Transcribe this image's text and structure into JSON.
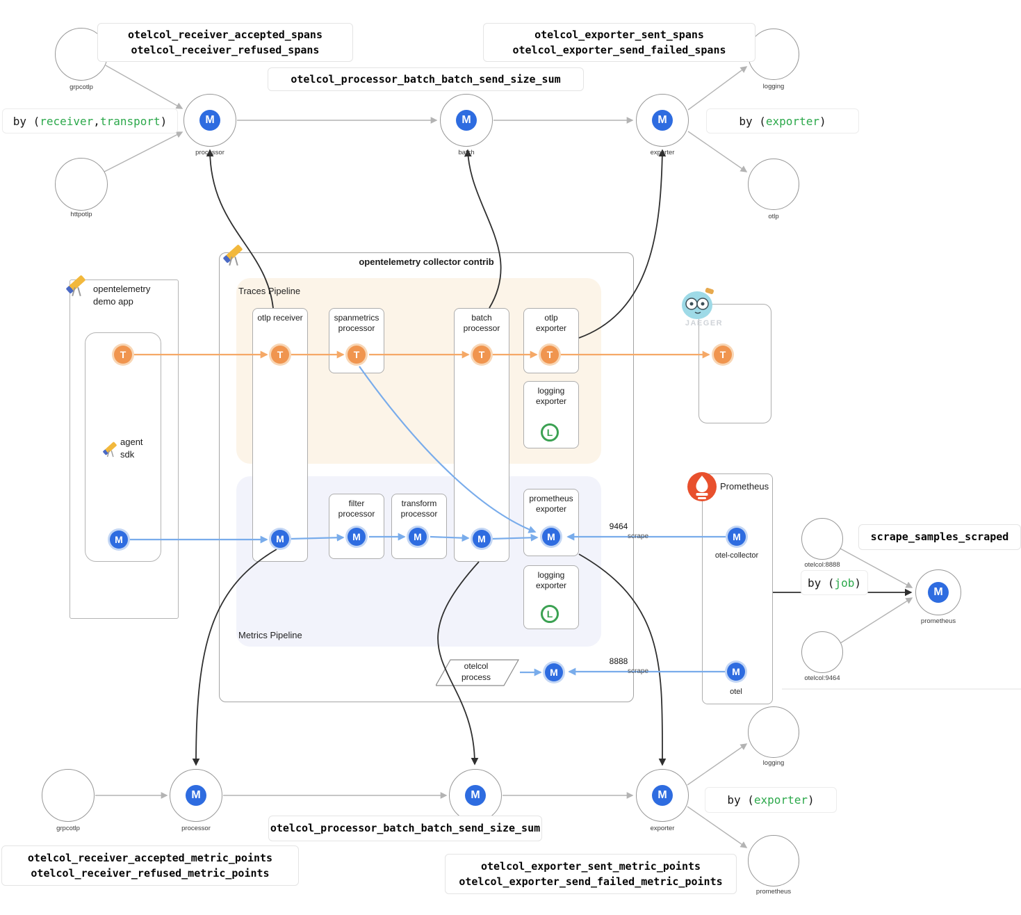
{
  "badges": {
    "metric": "M",
    "trace": "T",
    "log": "L"
  },
  "colors": {
    "metric_blue": "#2e6ce0",
    "trace_orange": "#f0954f",
    "log_green": "#3ba152",
    "edge_blue": "#79aceb",
    "edge_orange": "#f5a866",
    "edge_gray": "#b3b3b3",
    "edge_black": "#2f2f2f",
    "green_text": "#2ba84a",
    "traces_bg": "#fcf4e8",
    "metrics_bg": "#f2f3fb",
    "prometheus_orange": "#e8502d"
  },
  "top": {
    "metrics_receiver": [
      "otelcol_receiver_accepted_spans",
      "otelcol_receiver_refused_spans"
    ],
    "metric_processor": "otelcol_processor_batch_batch_send_size_sum",
    "metrics_exporter": [
      "otelcol_exporter_sent_spans",
      "otelcol_exporter_send_failed_spans"
    ],
    "by_receiver": {
      "p1": "by (",
      "a1": "receiver",
      "comma": ",",
      "a2": "transport",
      "p2": ")"
    },
    "by_exporter": {
      "p1": "by (",
      "a1": "exporter",
      "p2": ")"
    },
    "nodes": {
      "grpcotlp": "grpcotlp",
      "httpotlp": "httpotlp",
      "processor": "processor",
      "batch": "batch",
      "exporter": "exporter",
      "logging": "logging",
      "otlp": "otlp"
    }
  },
  "demo": {
    "title": [
      "opentelemetry",
      "demo app"
    ],
    "agent": [
      "agent",
      "sdk"
    ]
  },
  "collector": {
    "title": "opentelemetry collector contrib",
    "traces_label": "Traces Pipeline",
    "metrics_label": "Metrics Pipeline",
    "boxes": {
      "otlp_receiver": [
        "otlp receiver"
      ],
      "spanmetrics": [
        "spanmetrics",
        "processor"
      ],
      "batch": [
        "batch",
        "processor"
      ],
      "otlp_exporter": [
        "otlp",
        "exporter"
      ],
      "logging_exporter": [
        "logging",
        "exporter"
      ],
      "filter": [
        "filter",
        "processor"
      ],
      "transform": [
        "transform",
        "processor"
      ],
      "prometheus_exporter": [
        "prometheus",
        "exporter"
      ]
    }
  },
  "process_shape": {
    "label": [
      "otelcol",
      "process"
    ]
  },
  "jaeger": {
    "wordmark": "JAEGER"
  },
  "prometheus": {
    "title": "Prometheus",
    "otel_collector": "otel-collector",
    "otel": "otel",
    "scrape_top": {
      "port": "9464",
      "verb": "scrape"
    },
    "scrape_bottom": {
      "port": "8888",
      "verb": "scrape"
    }
  },
  "right": {
    "otelcol_8888": "otelcol:8888",
    "otelcol_9464": "otelcol:9464",
    "metric_scrape": "scrape_samples_scraped",
    "by_job": {
      "p1": "by (",
      "a1": "job",
      "p2": ")"
    },
    "prometheus_node": "prometheus"
  },
  "bottom": {
    "metrics_receiver": [
      "otelcol_receiver_accepted_metric_points",
      "otelcol_receiver_refused_metric_points"
    ],
    "metric_processor": "otelcol_processor_batch_batch_send_size_sum",
    "metrics_exporter": [
      "otelcol_exporter_sent_metric_points",
      "otelcol_exporter_send_failed_metric_points"
    ],
    "by_exporter": {
      "p1": "by (",
      "a1": "exporter",
      "p2": ")"
    },
    "nodes": {
      "grpcotlp": "grpcotlp",
      "processor": "processor",
      "exporter": "exporter",
      "logging": "logging",
      "prometheus": "prometheus"
    }
  }
}
